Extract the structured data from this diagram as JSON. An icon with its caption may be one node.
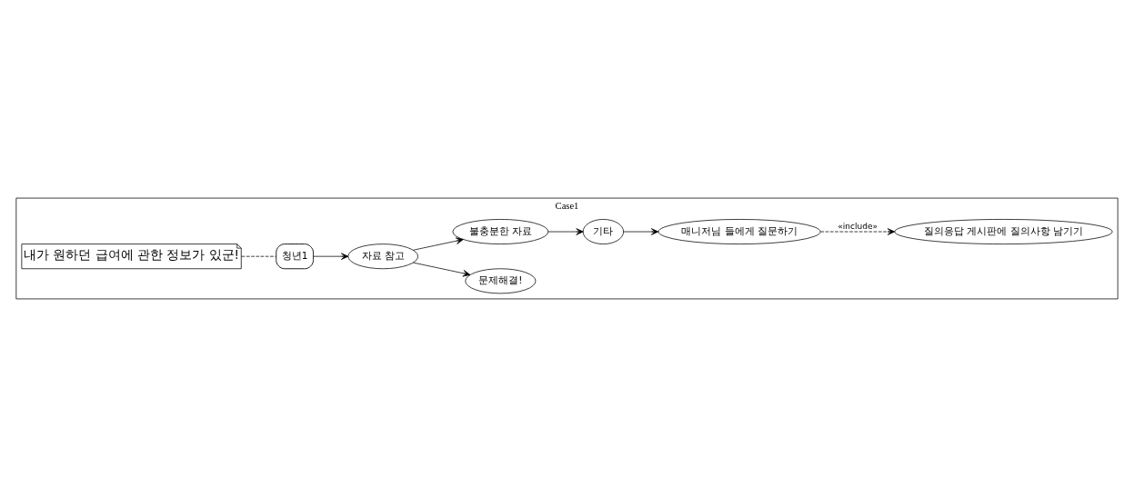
{
  "diagram": {
    "nodes": [
      {
        "text": [
          "Case1"
        ]
      },
      {
        "text": [
          "내가 원하던 급여에 관한 정보가 있군!"
        ],
        "in": 0
      },
      {
        "text": [
          "청년1"
        ],
        "in": 0
      },
      {
        "text": [
          "자료 참고"
        ],
        "in": 0
      },
      {
        "text": [
          "문제해결!"
        ],
        "in": 0
      },
      {
        "text": [
          "불충분한 자료"
        ],
        "in": 0
      },
      {
        "text": [
          "기타"
        ],
        "in": 0
      },
      {
        "text": [
          "매니저님 들에게 질문하기"
        ],
        "in": 0
      },
      {
        "text": [
          "질의응답 게시판에 질의사항 남기기"
        ],
        "in": 0
      }
    ],
    "edges": [
      {
        "from": 1,
        "to": 2,
        "arrow": "none",
        "style": "dashed"
      },
      {
        "from": 2,
        "to": 3,
        "arrow": "to"
      },
      {
        "from": 3,
        "to": 4,
        "arrow": "to"
      },
      {
        "from": 3,
        "to": 5,
        "arrow": "to"
      },
      {
        "from": 5,
        "to": 6,
        "arrow": "to"
      },
      {
        "from": 6,
        "to": 7,
        "arrow": "to"
      },
      {
        "from": 7,
        "to": 8,
        "arrow": "to",
        "style": "dashed",
        "label": "«include»"
      }
    ]
  }
}
